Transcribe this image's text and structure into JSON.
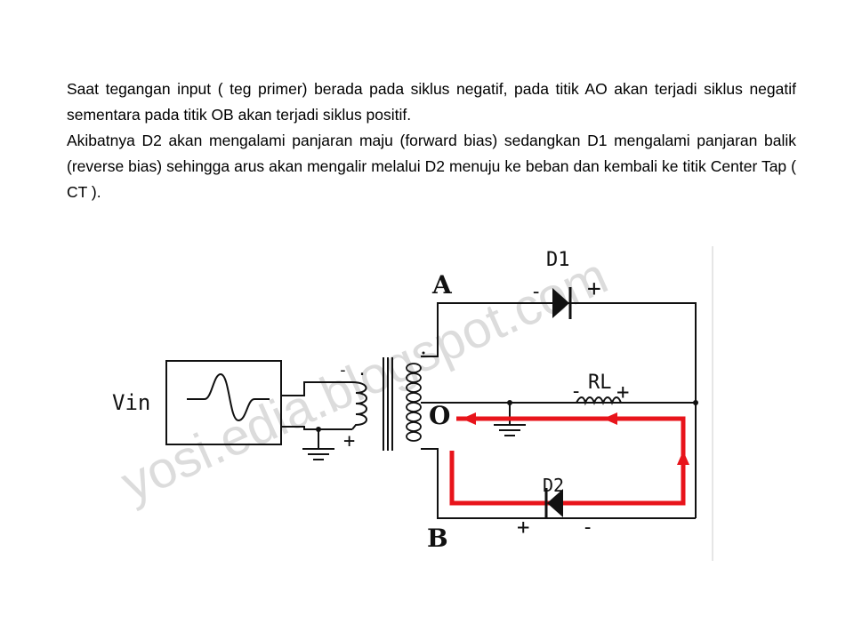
{
  "text": {
    "paragraph1": "Saat tegangan input ( teg primer) berada pada siklus negatif, pada titik AO akan terjadi siklus negatif sementara pada titik OB akan terjadi siklus positif.",
    "paragraph2": "Akibatnya D2 akan mengalami panjaran maju (forward bias) sedangkan D1 mengalami panjaran balik (reverse bias) sehingga arus akan mengalir melalui D2 menuju ke beban dan kembali ke titik Center Tap ( CT )."
  },
  "diagram": {
    "source_label": "Vin",
    "node_a": "A",
    "node_o": "O",
    "node_b": "B",
    "d1_label": "D1",
    "d2_label": "D2",
    "load_label": "RL",
    "d1_left_sign": "-",
    "d1_right_sign": "+",
    "d2_left_sign": "+",
    "d2_right_sign": "-",
    "rl_left_sign": "-",
    "rl_right_sign": "+",
    "primary_top_sign": "- .",
    "primary_bottom_sign": "+",
    "watermark": "yosi.edia.blogspot.com",
    "current_path_color": "#e8141b",
    "wire_color": "#111111"
  }
}
